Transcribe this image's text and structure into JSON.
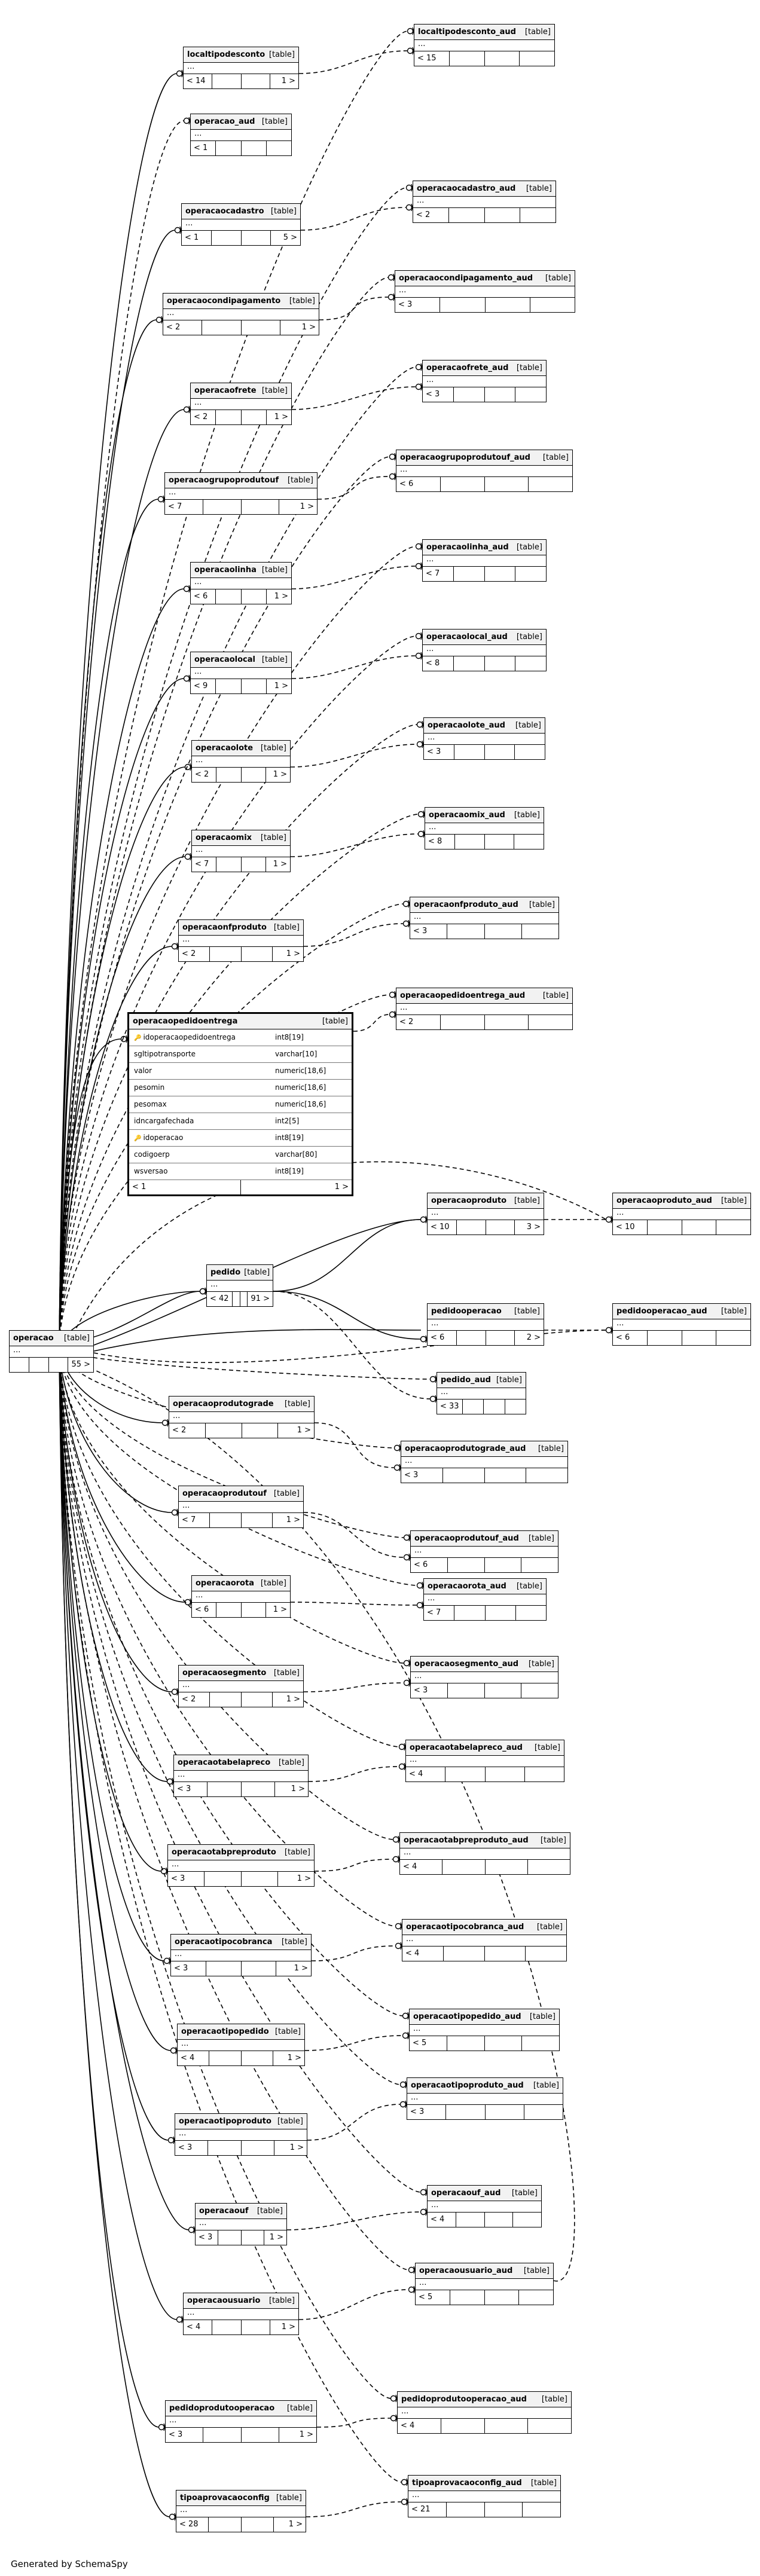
{
  "generated_by": "Generated by SchemaSpy",
  "type_label": "[table]",
  "dots": "...",
  "tables": [
    {
      "id": "operacao",
      "name": "operacao",
      "parents": "",
      "children": "55 >"
    },
    {
      "id": "localtipodesconto",
      "name": "localtipodesconto",
      "parents": "< 14",
      "children": "1 >"
    },
    {
      "id": "localtipodesconto_aud",
      "name": "localtipodesconto_aud",
      "parents": "< 15",
      "children": ""
    },
    {
      "id": "operacao_aud",
      "name": "operacao_aud",
      "parents": "< 1",
      "children": ""
    },
    {
      "id": "operacaocadastro",
      "name": "operacaocadastro",
      "parents": "< 1",
      "children": "5 >"
    },
    {
      "id": "operacaocadastro_aud",
      "name": "operacaocadastro_aud",
      "parents": "< 2",
      "children": ""
    },
    {
      "id": "operacaocondipagamento",
      "name": "operacaocondipagamento",
      "parents": "< 2",
      "children": "1 >"
    },
    {
      "id": "operacaocondipagamento_aud",
      "name": "operacaocondipagamento_aud",
      "parents": "< 3",
      "children": ""
    },
    {
      "id": "operacaofrete",
      "name": "operacaofrete",
      "parents": "< 2",
      "children": "1 >"
    },
    {
      "id": "operacaofrete_aud",
      "name": "operacaofrete_aud",
      "parents": "< 3",
      "children": ""
    },
    {
      "id": "operacaogrupoprodutouf",
      "name": "operacaogrupoprodutouf",
      "parents": "< 7",
      "children": "1 >"
    },
    {
      "id": "operacaogrupoprodutouf_aud",
      "name": "operacaogrupoprodutouf_aud",
      "parents": "< 6",
      "children": ""
    },
    {
      "id": "operacaolinha",
      "name": "operacaolinha",
      "parents": "< 6",
      "children": "1 >"
    },
    {
      "id": "operacaolinha_aud",
      "name": "operacaolinha_aud",
      "parents": "< 7",
      "children": ""
    },
    {
      "id": "operacaolocal",
      "name": "operacaolocal",
      "parents": "< 9",
      "children": "1 >"
    },
    {
      "id": "operacaolocal_aud",
      "name": "operacaolocal_aud",
      "parents": "< 8",
      "children": ""
    },
    {
      "id": "operacaolote",
      "name": "operacaolote",
      "parents": "< 2",
      "children": "1 >"
    },
    {
      "id": "operacaolote_aud",
      "name": "operacaolote_aud",
      "parents": "< 3",
      "children": ""
    },
    {
      "id": "operacaomix",
      "name": "operacaomix",
      "parents": "< 7",
      "children": "1 >"
    },
    {
      "id": "operacaomix_aud",
      "name": "operacaomix_aud",
      "parents": "< 8",
      "children": ""
    },
    {
      "id": "operacaonfproduto",
      "name": "operacaonfproduto",
      "parents": "< 2",
      "children": "1 >"
    },
    {
      "id": "operacaonfproduto_aud",
      "name": "operacaonfproduto_aud",
      "parents": "< 3",
      "children": ""
    },
    {
      "id": "operacaopedidoentrega_aud",
      "name": "operacaopedidoentrega_aud",
      "parents": "< 2",
      "children": ""
    },
    {
      "id": "operacaoproduto",
      "name": "operacaoproduto",
      "parents": "< 10",
      "children": "3 >"
    },
    {
      "id": "operacaoproduto_aud",
      "name": "operacaoproduto_aud",
      "parents": "< 10",
      "children": ""
    },
    {
      "id": "pedido",
      "name": "pedido",
      "parents": "< 42",
      "children": "91 >"
    },
    {
      "id": "pedidooperacao",
      "name": "pedidooperacao",
      "parents": "< 6",
      "children": "2 >"
    },
    {
      "id": "pedidooperacao_aud",
      "name": "pedidooperacao_aud",
      "parents": "< 6",
      "children": ""
    },
    {
      "id": "pedido_aud",
      "name": "pedido_aud",
      "parents": "< 33",
      "children": ""
    },
    {
      "id": "operacaoprodutograde",
      "name": "operacaoprodutograde",
      "parents": "< 2",
      "children": "1 >"
    },
    {
      "id": "operacaoprodutograde_aud",
      "name": "operacaoprodutograde_aud",
      "parents": "< 3",
      "children": ""
    },
    {
      "id": "operacaoprodutouf",
      "name": "operacaoprodutouf",
      "parents": "< 7",
      "children": "1 >"
    },
    {
      "id": "operacaoprodutouf_aud",
      "name": "operacaoprodutouf_aud",
      "parents": "< 6",
      "children": ""
    },
    {
      "id": "operacaorota",
      "name": "operacaorota",
      "parents": "< 6",
      "children": "1 >"
    },
    {
      "id": "operacaorota_aud",
      "name": "operacaorota_aud",
      "parents": "< 7",
      "children": ""
    },
    {
      "id": "operacaosegmento",
      "name": "operacaosegmento",
      "parents": "< 2",
      "children": "1 >"
    },
    {
      "id": "operacaosegmento_aud",
      "name": "operacaosegmento_aud",
      "parents": "< 3",
      "children": ""
    },
    {
      "id": "operacaotabelapreco",
      "name": "operacaotabelapreco",
      "parents": "< 3",
      "children": "1 >"
    },
    {
      "id": "operacaotabelapreco_aud",
      "name": "operacaotabelapreco_aud",
      "parents": "< 4",
      "children": ""
    },
    {
      "id": "operacaotabpreproduto",
      "name": "operacaotabpreproduto",
      "parents": "< 3",
      "children": "1 >"
    },
    {
      "id": "operacaotabpreproduto_aud",
      "name": "operacaotabpreproduto_aud",
      "parents": "< 4",
      "children": ""
    },
    {
      "id": "operacaotipocobranca",
      "name": "operacaotipocobranca",
      "parents": "< 3",
      "children": "1 >"
    },
    {
      "id": "operacaotipocobranca_aud",
      "name": "operacaotipocobranca_aud",
      "parents": "< 4",
      "children": ""
    },
    {
      "id": "operacaotipopedido",
      "name": "operacaotipopedido",
      "parents": "< 4",
      "children": "1 >"
    },
    {
      "id": "operacaotipopedido_aud",
      "name": "operacaotipopedido_aud",
      "parents": "< 5",
      "children": ""
    },
    {
      "id": "operacaotipoproduto",
      "name": "operacaotipoproduto",
      "parents": "< 3",
      "children": "1 >"
    },
    {
      "id": "operacaotipoproduto_aud",
      "name": "operacaotipoproduto_aud",
      "parents": "< 3",
      "children": ""
    },
    {
      "id": "operacaouf",
      "name": "operacaouf",
      "parents": "< 3",
      "children": "1 >"
    },
    {
      "id": "operacaouf_aud",
      "name": "operacaouf_aud",
      "parents": "< 4",
      "children": ""
    },
    {
      "id": "operacaousuario",
      "name": "operacaousuario",
      "parents": "< 4",
      "children": "1 >"
    },
    {
      "id": "operacaousuario_aud",
      "name": "operacaousuario_aud",
      "parents": "< 5",
      "children": ""
    },
    {
      "id": "pedidoprodutooperacao",
      "name": "pedidoprodutooperacao",
      "parents": "< 3",
      "children": "1 >"
    },
    {
      "id": "pedidoprodutooperacao_aud",
      "name": "pedidoprodutooperacao_aud",
      "parents": "< 4",
      "children": ""
    },
    {
      "id": "tipoaprovacaoconfig",
      "name": "tipoaprovacaoconfig",
      "parents": "< 28",
      "children": "1 >"
    },
    {
      "id": "tipoaprovacaoconfig_aud",
      "name": "tipoaprovacaoconfig_aud",
      "parents": "< 21",
      "children": ""
    }
  ],
  "detail_table": {
    "id": "operacaopedidoentrega",
    "name": "operacaopedidoentrega",
    "parents": "< 1",
    "children": "1 >",
    "columns": [
      {
        "name": "idoperacaopedidoentrega",
        "type": "int8[19]",
        "pk": true
      },
      {
        "name": "sgltipotransporte",
        "type": "varchar[10]",
        "pk": false
      },
      {
        "name": "valor",
        "type": "numeric[18,6]",
        "pk": false
      },
      {
        "name": "pesomin",
        "type": "numeric[18,6]",
        "pk": false
      },
      {
        "name": "pesomax",
        "type": "numeric[18,6]",
        "pk": false
      },
      {
        "name": "idncargafechada",
        "type": "int2[5]",
        "pk": false
      },
      {
        "name": "idoperacao",
        "type": "int8[19]",
        "pk": true
      },
      {
        "name": "codigoerp",
        "type": "varchar[80]",
        "pk": false
      },
      {
        "name": "wsversao",
        "type": "int8[19]",
        "pk": false
      }
    ]
  }
}
